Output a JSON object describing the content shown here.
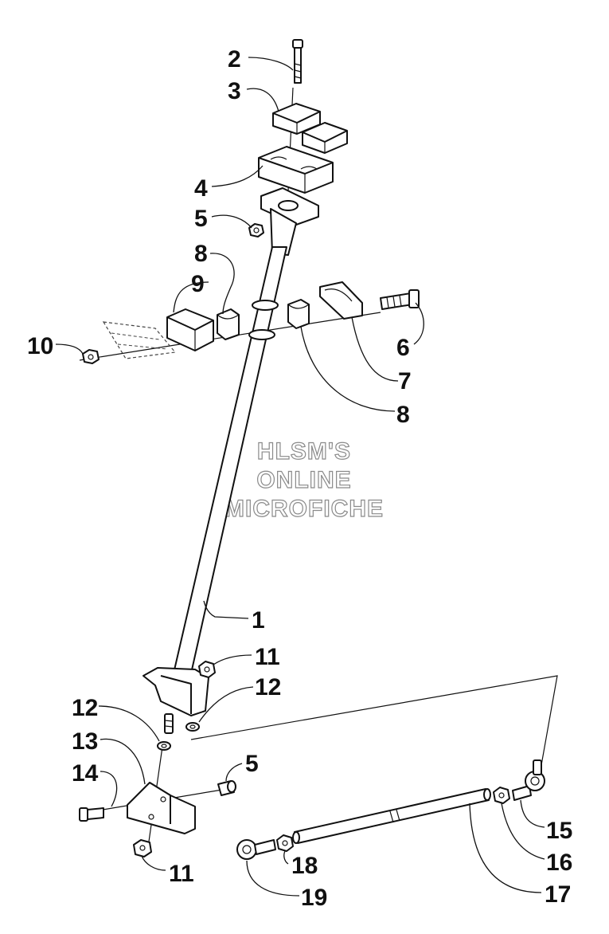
{
  "watermark": {
    "line1": "HLSM'S",
    "line2": "ONLINE",
    "line3": "MICROFICHE"
  },
  "callouts": {
    "c1": "1",
    "c2": "2",
    "c3": "3",
    "c4": "4",
    "c5a": "5",
    "c5b": "5",
    "c6": "6",
    "c7": "7",
    "c8a": "8",
    "c8b": "8",
    "c9": "9",
    "c10": "10",
    "c11a": "11",
    "c11b": "11",
    "c12a": "12",
    "c12b": "12",
    "c13": "13",
    "c14": "14",
    "c15": "15",
    "c16": "16",
    "c17": "17",
    "c18": "18",
    "c19": "19"
  }
}
